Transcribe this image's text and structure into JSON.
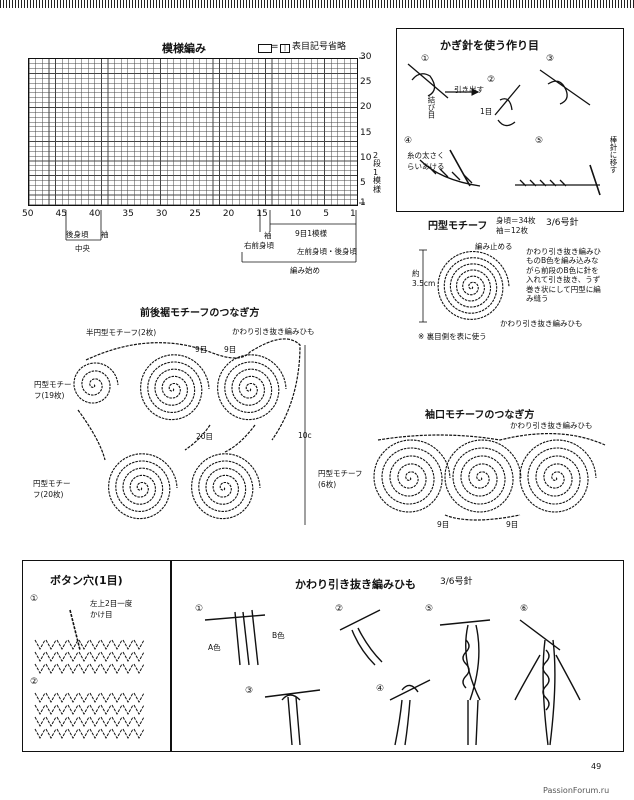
{
  "chart": {
    "title": "模様編み",
    "legend_text": "表目記号省略",
    "y_ticks": [
      "30",
      "25",
      "20",
      "15",
      "10",
      "5",
      "1"
    ],
    "x_ticks": [
      "50",
      "45",
      "40",
      "35",
      "30",
      "25",
      "20",
      "15",
      "10",
      "5",
      "1"
    ],
    "row_note": "2段1模様",
    "labels": {
      "back_neck": "後身頃",
      "sleeve_a": "袖",
      "center": "中央",
      "sleeve_b": "袖",
      "right_front": "右前身頃",
      "nine_one": "9目1模様",
      "left_front": "左前身頃・後身頃",
      "start": "編み始め"
    }
  },
  "chain": {
    "title": "かぎ針を使う作り目",
    "steps": [
      "①",
      "②",
      "③",
      "④",
      "⑤"
    ],
    "notes": {
      "pull": "引き出す",
      "tie": "結び目",
      "one": "1目",
      "needle": "棒針に移す",
      "thick": "糸の太さくらいあける"
    }
  },
  "motif": {
    "title": "円型モチーフ",
    "body_count": "身頃＝34枚",
    "sleeve_count": "袖＝12枚",
    "hook": "3/6号針",
    "stop": "編み止める",
    "size": "約3.5cm",
    "desc": "かわり引き抜き編みひものB色を編み込みながら前段のB色に針を入れて引き抜き、うず巻き状にして円型に編み縫う",
    "cord": "かわり引き抜き編みひも",
    "note": "※ 裏目側を表に使う"
  },
  "front_back": {
    "title": "前後裾モチーフのつなぎ方",
    "half_motif": "半円型モチーフ(2枚)",
    "cord": "かわり引き抜き編みひも",
    "nine_a": "9目",
    "nine_b": "9目",
    "motif19": "円型モチーフ(19枚)",
    "twenty": "20目",
    "ten_c": "10c",
    "motif20": "円型モチーフ(20枚)"
  },
  "cuff": {
    "title": "袖口モチーフのつなぎ方",
    "cord": "かわり引き抜き編みひも",
    "motif6": "円型モチーフ(6枚)",
    "nine_a": "9目",
    "nine_b": "9目"
  },
  "button": {
    "title": "ボタン穴(1目)",
    "step1": "①",
    "note": "左上2目一度かけ目",
    "step2": "②"
  },
  "cord_panel": {
    "title": "かわり引き抜き編みひも",
    "hook": "3/6号針",
    "steps": [
      "①",
      "②",
      "③",
      "④",
      "⑤",
      "⑥"
    ],
    "color_a": "A色",
    "color_b": "B色"
  },
  "page": {
    "number": "49",
    "site": "PassionForum.ru"
  }
}
